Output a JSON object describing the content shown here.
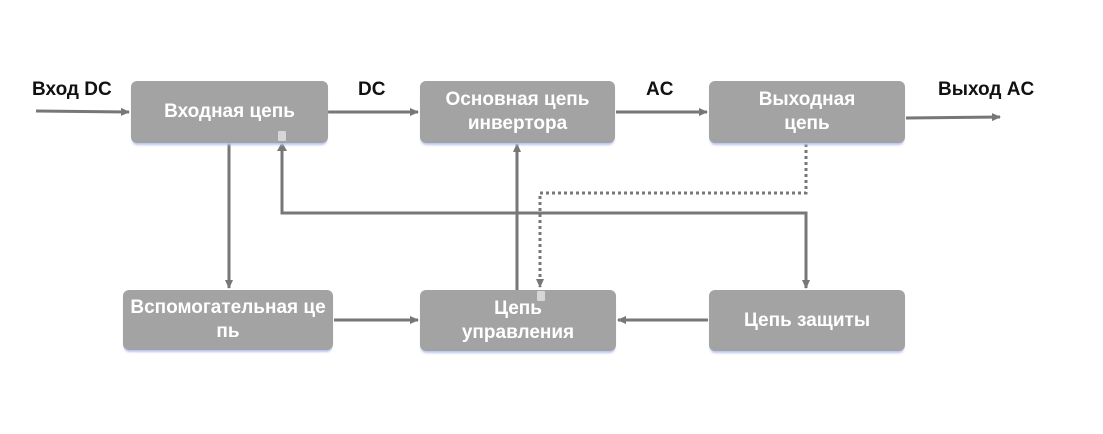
{
  "diagram": {
    "blocks": {
      "input_circuit": "Входная цепь",
      "inverter_main": "Основная цепь инвертора",
      "output_circuit": "Выходная цепь",
      "auxiliary_circuit": "Вспомогательная цепь",
      "control_circuit": "Цепь управления",
      "protection_circuit": "Цепь защиты"
    },
    "labels": {
      "dc_input": "Вход DC",
      "dc": "DC",
      "ac": "AC",
      "ac_output": "Выход AC"
    },
    "colors": {
      "block_fill": "#a3a3a3",
      "block_text": "#ffffff",
      "wire": "#777777",
      "block_shadow": "#b9c4ee"
    }
  }
}
